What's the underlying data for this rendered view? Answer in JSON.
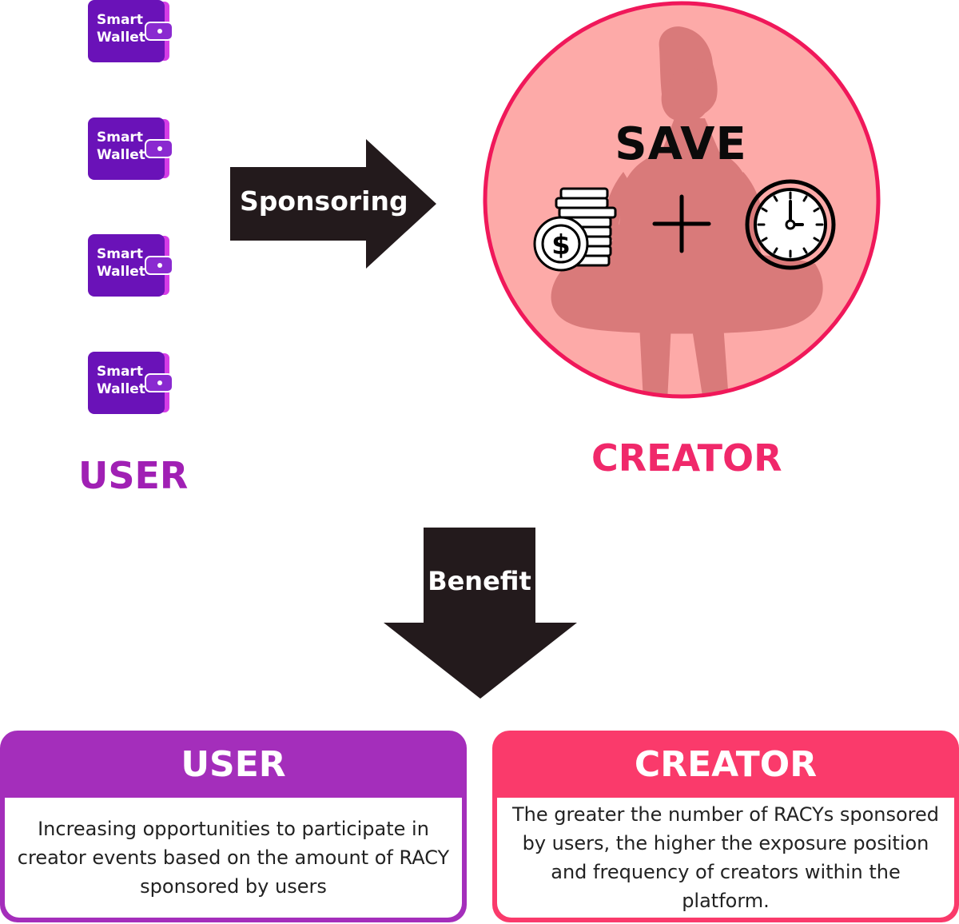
{
  "wallets": [
    {
      "line1": "Smart",
      "line2": "Wallet"
    },
    {
      "line1": "Smart",
      "line2": "Wallet"
    },
    {
      "line1": "Smart",
      "line2": "Wallet"
    },
    {
      "line1": "Smart",
      "line2": "Wallet"
    }
  ],
  "user_label": "USER",
  "sponsoring_label": "Sponsoring",
  "save_label": "SAVE",
  "creator_label": "CREATOR",
  "benefit_label": "Benefit",
  "cards": {
    "user": {
      "title": "USER",
      "body": "Increasing opportunities to participate in creator events based on the amount of RACY sponsored by users"
    },
    "creator": {
      "title": "CREATOR",
      "body": "The greater the number of RACYs sponsored by users, the higher the exposure position and frequency of creators within the platform."
    }
  },
  "colors": {
    "user_purple": "#a42ebb",
    "creator_pink": "#fa3a6b",
    "wallet_purple": "#6a12b8",
    "arrow": "#231a1c",
    "circle_fill": "#fdaaa8",
    "circle_border": "#f0185a"
  },
  "icons": [
    "wallet-icon",
    "coins-dollar-icon",
    "plus-icon",
    "clock-icon",
    "creator-silhouette"
  ]
}
